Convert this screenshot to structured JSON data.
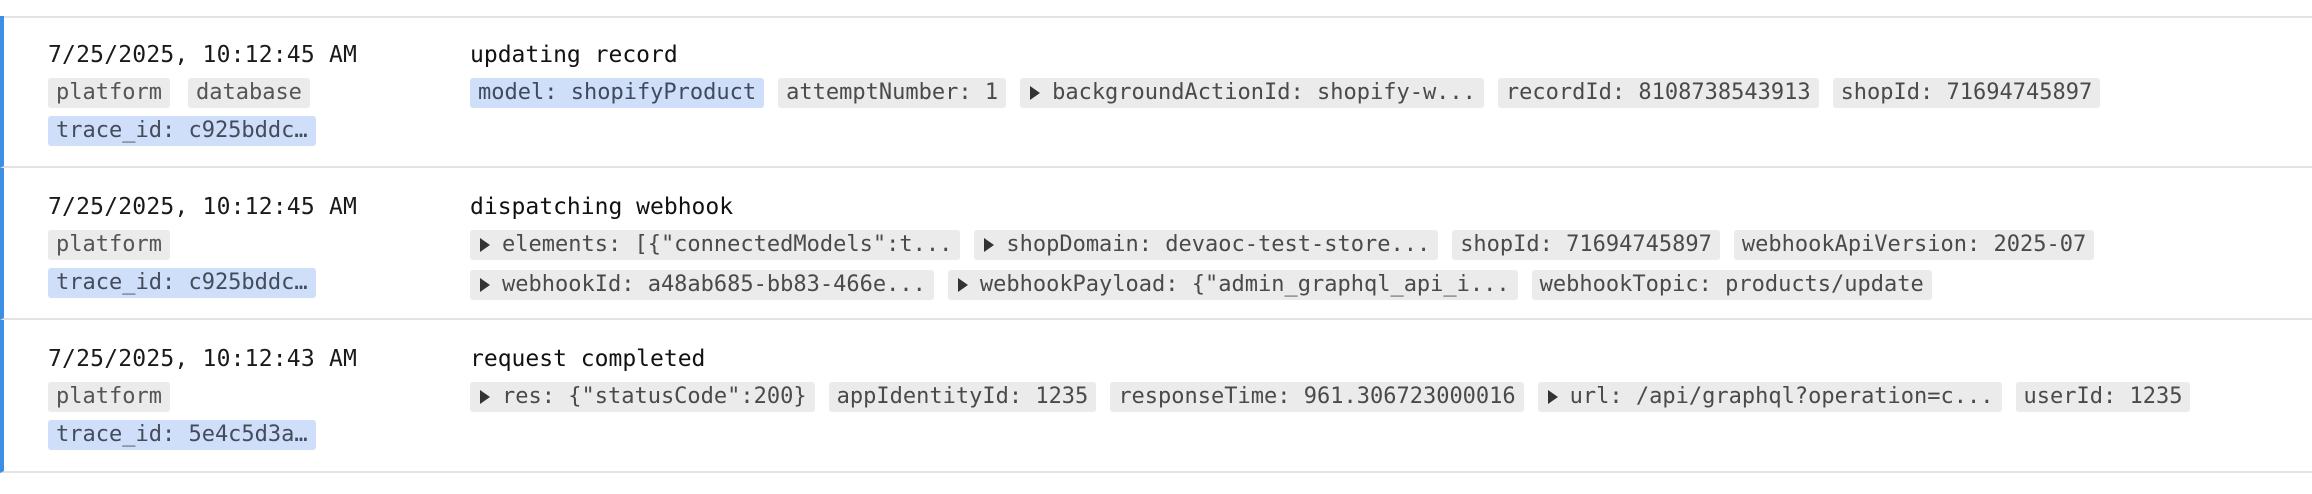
{
  "logs": [
    {
      "timestamp": "7/25/2025, 10:12:45 AM",
      "tags": [
        "platform",
        "database"
      ],
      "trace": "trace_id: c925bddc…",
      "message": "updating record",
      "attr_lines": [
        [
          {
            "text": "model: shopifyProduct",
            "expandable": false,
            "highlight": true
          },
          {
            "text": "attemptNumber: 1",
            "expandable": false,
            "highlight": false
          },
          {
            "text": "backgroundActionId: shopify-w...",
            "expandable": true,
            "highlight": false
          },
          {
            "text": "recordId: 8108738543913",
            "expandable": false,
            "highlight": false
          },
          {
            "text": "shopId: 71694745897",
            "expandable": false,
            "highlight": false
          }
        ]
      ]
    },
    {
      "timestamp": "7/25/2025, 10:12:45 AM",
      "tags": [
        "platform"
      ],
      "trace": "trace_id: c925bddc…",
      "message": "dispatching webhook",
      "attr_lines": [
        [
          {
            "text": "elements: [{\"connectedModels\":t...",
            "expandable": true,
            "highlight": false
          },
          {
            "text": "shopDomain: devaoc-test-store...",
            "expandable": true,
            "highlight": false
          },
          {
            "text": "shopId: 71694745897",
            "expandable": false,
            "highlight": false
          },
          {
            "text": "webhookApiVersion: 2025-07",
            "expandable": false,
            "highlight": false
          }
        ],
        [
          {
            "text": "webhookId: a48ab685-bb83-466e...",
            "expandable": true,
            "highlight": false
          },
          {
            "text": "webhookPayload: {\"admin_graphql_api_i...",
            "expandable": true,
            "highlight": false
          },
          {
            "text": "webhookTopic: products/update",
            "expandable": false,
            "highlight": false
          }
        ]
      ]
    },
    {
      "timestamp": "7/25/2025, 10:12:43 AM",
      "tags": [
        "platform"
      ],
      "trace": "trace_id: 5e4c5d3a…",
      "message": "request completed",
      "attr_lines": [
        [
          {
            "text": "res: {\"statusCode\":200}",
            "expandable": true,
            "highlight": false
          },
          {
            "text": "appIdentityId: 1235",
            "expandable": false,
            "highlight": false
          },
          {
            "text": "responseTime: 961.306723000016",
            "expandable": false,
            "highlight": false
          },
          {
            "text": "url: /api/graphql?operation=c...",
            "expandable": true,
            "highlight": false
          },
          {
            "text": "userId: 1235",
            "expandable": false,
            "highlight": false
          }
        ]
      ]
    }
  ],
  "colors": {
    "accent_border": "#3d8fe6",
    "chip_bg": "#ebebeb",
    "highlight_bg": "#cfdff9"
  }
}
